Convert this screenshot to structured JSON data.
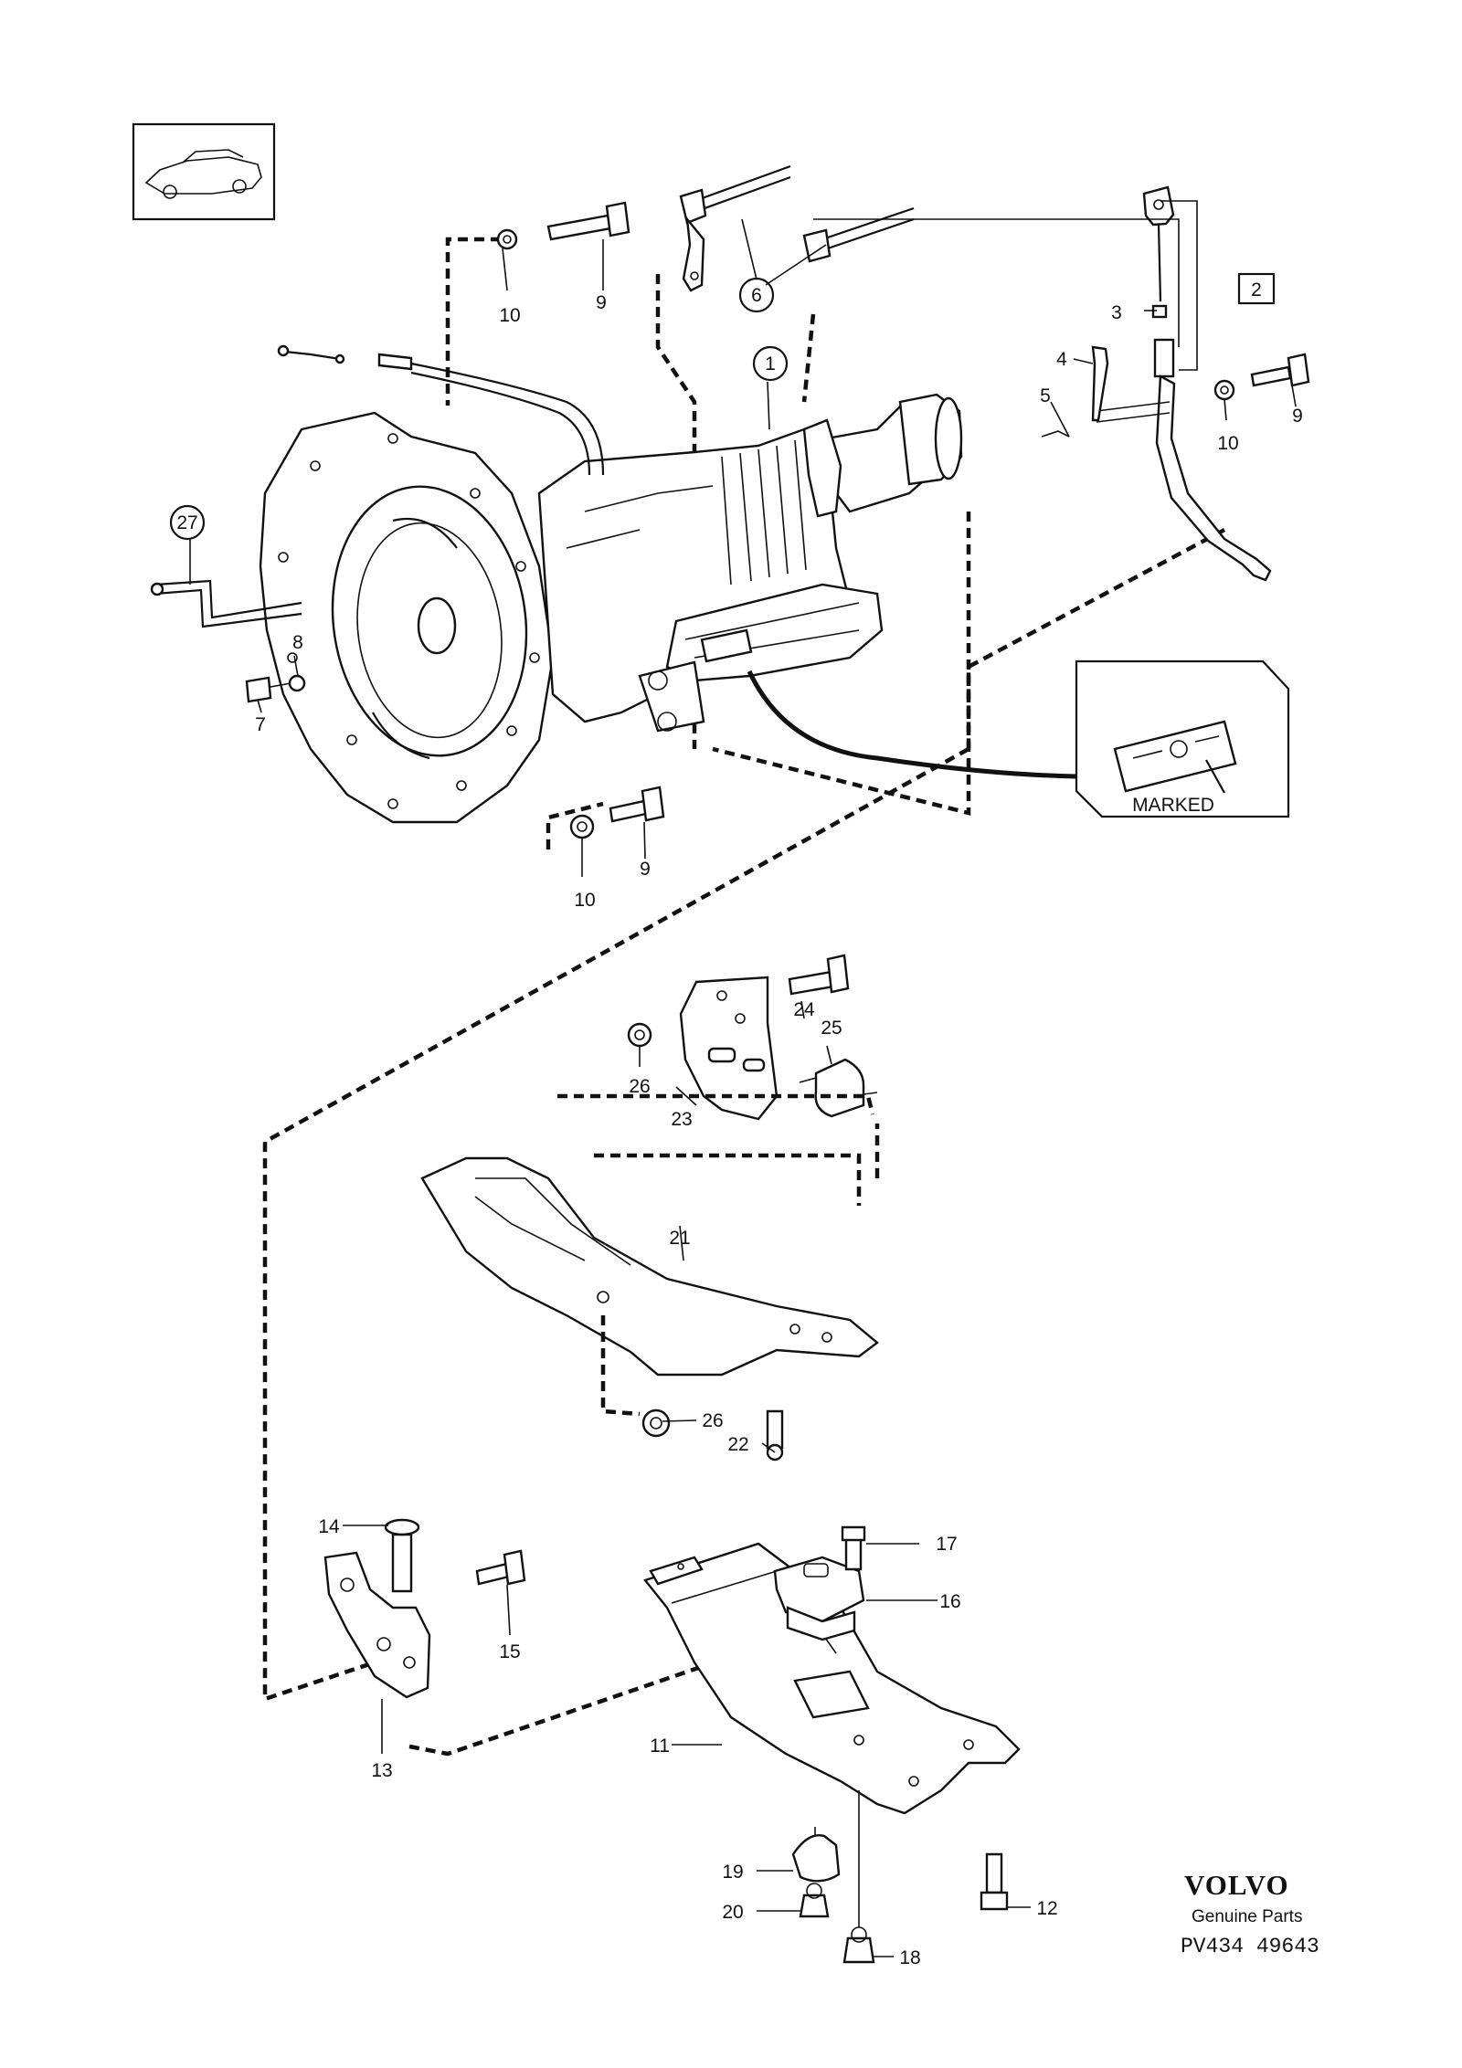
{
  "callouts": {
    "c1": "1",
    "c2": "2",
    "c3": "3",
    "c4": "4",
    "c5": "5",
    "c6": "6",
    "c7": "7",
    "c8": "8",
    "c9a": "9",
    "c9b": "9",
    "c9c": "9",
    "c10a": "10",
    "c10b": "10",
    "c10c": "10",
    "c11": "11",
    "c12": "12",
    "c13": "13",
    "c14": "14",
    "c15": "15",
    "c16": "16",
    "c17": "17",
    "c18": "18",
    "c19": "19",
    "c20": "20",
    "c21": "21",
    "c22": "22",
    "c23": "23",
    "c24": "24",
    "c25": "25",
    "c26a": "26",
    "c26b": "26",
    "c27": "27"
  },
  "inset_label": "MARKED",
  "footer": {
    "brand": "VOLVO",
    "subtitle": "Genuine Parts",
    "part_number": "PV434 49643"
  }
}
